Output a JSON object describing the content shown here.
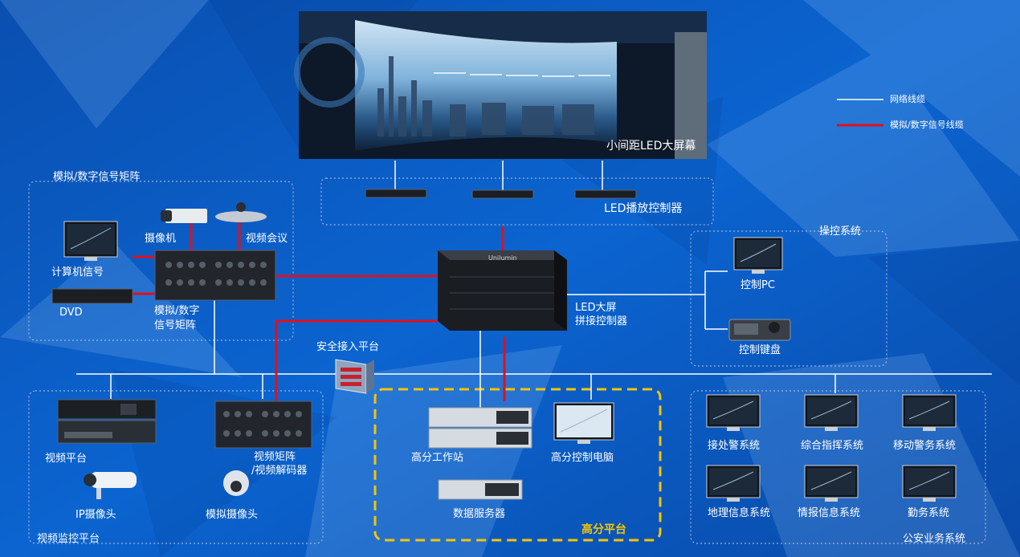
{
  "legend": {
    "network_cable": "网络线缆",
    "signal_cable": "模拟/数字信号线缆"
  },
  "led_screen": {
    "label": "小间距LED大屏幕"
  },
  "led_controllers": {
    "label": "LED播放控制器"
  },
  "signal_matrix_group": {
    "title": "模拟/数字信号矩阵",
    "camera": "摄像机",
    "video_conference": "视频会议",
    "computer_signal": "计算机信号",
    "dvd": "DVD",
    "matrix_line1": "模拟/数字",
    "matrix_line2": "信号矩阵"
  },
  "splice_controller": {
    "line1": "LED大屏",
    "line2": "拼接控制器",
    "brand": "Unilumin"
  },
  "control_system": {
    "title": "操控系统",
    "control_pc": "控制PC",
    "control_keyboard": "控制键盘"
  },
  "security_access": {
    "label": "安全接入平台"
  },
  "video_monitoring": {
    "title": "视频监控平台",
    "video_platform": "视频平台",
    "ip_camera": "IP摄像头",
    "video_matrix_line1": "视频矩阵",
    "video_matrix_line2": "/视频解码器",
    "analog_camera": "模拟摄像头"
  },
  "hd_platform": {
    "title": "高分平台",
    "workstation": "高分工作站",
    "control_computer": "高分控制电脑",
    "data_server": "数据服务器"
  },
  "police_systems": {
    "title": "公安业务系统",
    "items": [
      "接处警系统",
      "综合指挥系统",
      "移动警务系统",
      "地理信息系统",
      "情报信息系统",
      "勤务系统"
    ]
  },
  "colors": {
    "background": "#0a5fc8",
    "signal_line": "#e0101c",
    "network_line": "#ffffff",
    "hd_border": "#f5c400"
  }
}
